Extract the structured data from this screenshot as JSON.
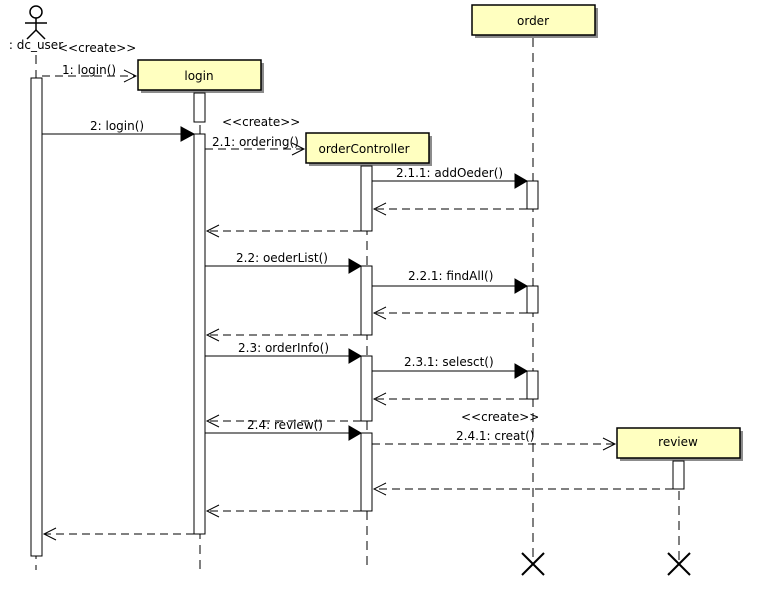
{
  "colors": {
    "object_fill": "#ffffc0",
    "line": "#000000",
    "background": "#ffffff"
  },
  "actor": {
    "name": ": dc_user"
  },
  "objects": {
    "login": "login",
    "orderController": "orderController",
    "order": "order",
    "review": "review"
  },
  "stereotypes": {
    "create_login": "<<create>>",
    "create_controller": "<<create>>",
    "create_review": "<<create>>"
  },
  "messages": {
    "m1": "1: login()",
    "m2": "2: login()",
    "m2_1": "2.1: ordering()",
    "m2_1_1": "2.1.1: addOeder()",
    "m2_2": "2.2: oederList()",
    "m2_2_1": "2.2.1: findAll()",
    "m2_3": "2.3: orderInfo()",
    "m2_3_1": "2.3.1: selesct()",
    "m2_4": "2.4: review()",
    "m2_4_1": "2.4.1: creat()"
  }
}
